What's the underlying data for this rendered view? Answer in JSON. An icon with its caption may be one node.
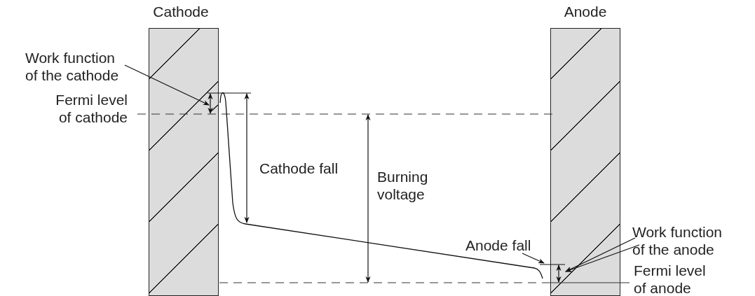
{
  "diagram": {
    "nodes": [
      {
        "text": [
          "Cathode"
        ]
      },
      {
        "text": [
          "Anode"
        ]
      },
      {
        "text": [
          "Work function of the cathode"
        ]
      },
      {
        "text": [
          "Work function of the anode"
        ]
      },
      {
        "text": [
          "Anode fall"
        ]
      }
    ],
    "edges": [
      {
        "from": 2,
        "to": 0,
        "arrow": "to"
      },
      {
        "from": 3,
        "to": 1,
        "arrow": "to"
      },
      {
        "from": 3,
        "to": 1,
        "arrow": "to"
      },
      {
        "from": 4,
        "to": null,
        "arrow": "to"
      }
    ],
    "labels": [
      "Fermi level of cathode",
      "Cathode fall",
      "Burning voltage",
      "Fermi level of anode"
    ]
  }
}
